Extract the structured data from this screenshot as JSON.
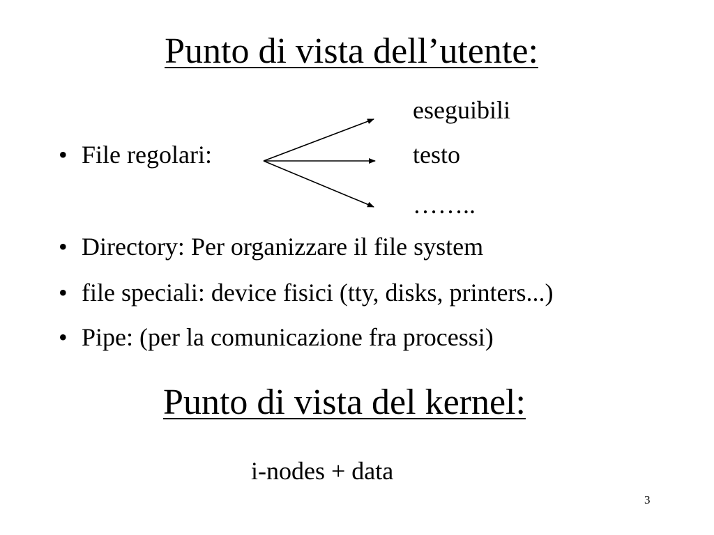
{
  "slide": {
    "title_user": "Punto di vista dell’utente:",
    "file_types": [
      "eseguibili",
      "testo",
      "…….."
    ],
    "bullets": [
      "File regolari:",
      "Directory: Per organizzare il file system",
      "file speciali: device fisici (tty, disks, printers...)",
      "Pipe: (per la comunicazione fra processi)"
    ],
    "bullet_symbol": "•",
    "title_kernel": "Punto di vista del kernel:",
    "kernel_text": "i-nodes + data",
    "page_number": "3"
  }
}
